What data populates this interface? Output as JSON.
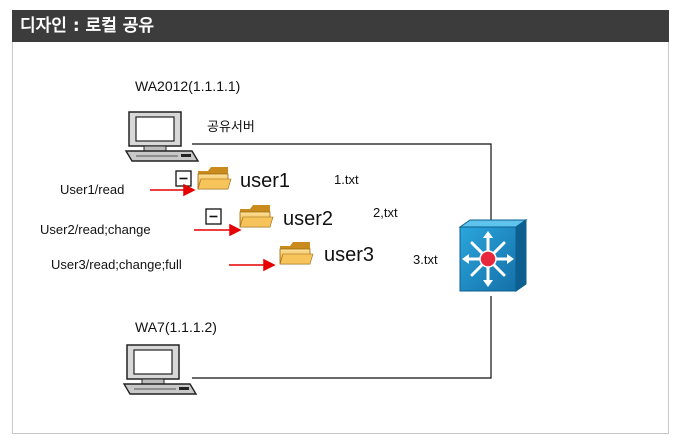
{
  "header": {
    "title": "디자인 : 로컬 공유"
  },
  "server": {
    "label": "WA2012(1.1.1.1)",
    "role_label": "공유서버"
  },
  "client": {
    "label": "WA7(1.1.1.2)"
  },
  "folders": [
    {
      "name": "user1",
      "file": "1.txt",
      "permission": "User1/read"
    },
    {
      "name": "user2",
      "file": "2,txt",
      "permission": "User2/read;change"
    },
    {
      "name": "user3",
      "file": "3.txt",
      "permission": "User3/read;change;full"
    }
  ],
  "colors": {
    "header_bg": "#3c3c3c",
    "arrow": "#e60000",
    "switch_blue": "#1e90c8",
    "switch_center": "#e8283c",
    "folder": "#f0b040"
  },
  "icons": {
    "computer": "computer-icon",
    "folder": "folder-icon",
    "collapse": "collapse-box-icon",
    "switch": "network-switch-icon",
    "arrow": "red-arrow-icon"
  }
}
